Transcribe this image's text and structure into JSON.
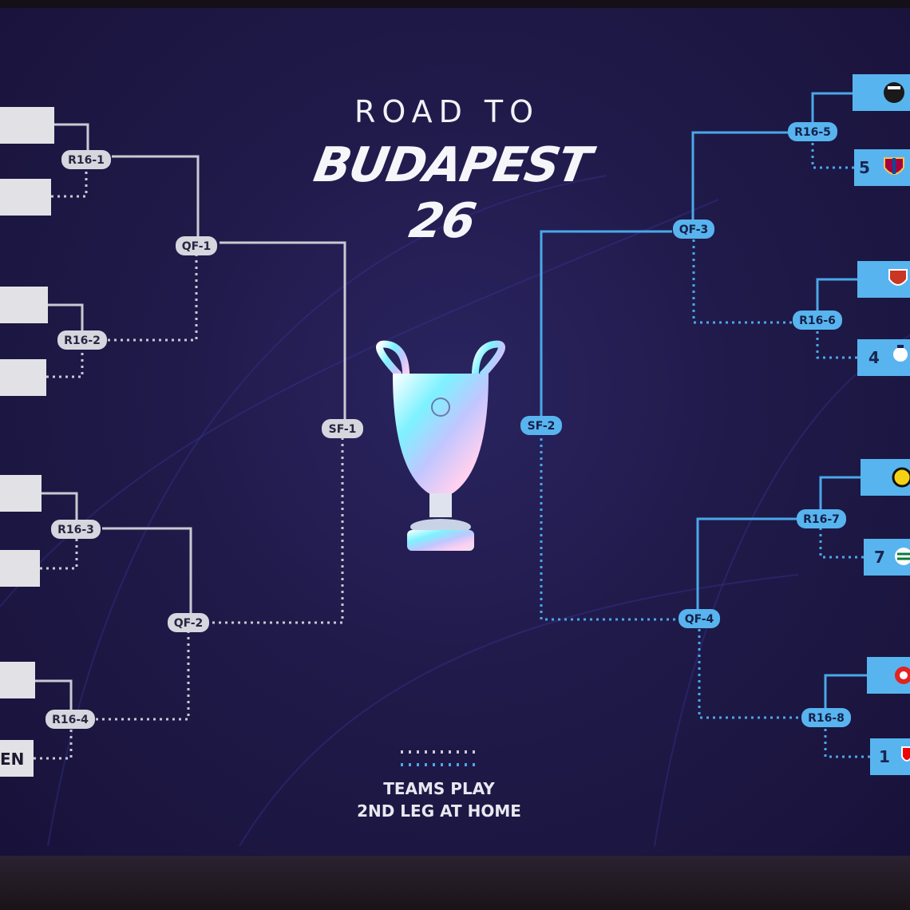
{
  "title": {
    "line1": "ROAD TO",
    "line2": "BUDAPEST 26"
  },
  "footer": {
    "line1": "TEAMS PLAY",
    "line2": "2ND LEG AT HOME"
  },
  "colors": {
    "left_bracket": "#c9c9d2",
    "right_bracket": "#4aa8e8",
    "team_box_left": "#e2e2e6",
    "team_box_right": "#58b4ee"
  },
  "trophy": {
    "icon": "champions-league-trophy-icon"
  },
  "left": {
    "rounds": [
      {
        "label": "R16-1"
      },
      {
        "label": "R16-2"
      },
      {
        "label": "R16-3"
      },
      {
        "label": "R16-4"
      }
    ],
    "quarter_finals": [
      {
        "label": "QF-1"
      },
      {
        "label": "QF-2"
      }
    ],
    "semi_final": {
      "label": "SF-1"
    },
    "teams": [
      {
        "text": ""
      },
      {
        "text": ""
      },
      {
        "text": ""
      },
      {
        "text": ""
      },
      {
        "text": ""
      },
      {
        "text": ""
      },
      {
        "text": ""
      },
      {
        "text": "EN"
      }
    ]
  },
  "right": {
    "rounds": [
      {
        "label": "R16-5"
      },
      {
        "label": "R16-6"
      },
      {
        "label": "R16-7"
      },
      {
        "label": "R16-8"
      }
    ],
    "quarter_finals": [
      {
        "label": "QF-3"
      },
      {
        "label": "QF-4"
      }
    ],
    "semi_final": {
      "label": "SF-2"
    },
    "teams": [
      {
        "seed": "",
        "icon": "newcastle-crest-icon"
      },
      {
        "seed": "5",
        "icon": "barcelona-crest-icon"
      },
      {
        "seed": "",
        "icon": "atletico-crest-icon"
      },
      {
        "seed": "4",
        "icon": "tottenham-crest-icon"
      },
      {
        "seed": "",
        "icon": "bodo-glimt-crest-icon"
      },
      {
        "seed": "7",
        "icon": "sporting-crest-icon"
      },
      {
        "seed": "",
        "icon": "leverkusen-crest-icon"
      },
      {
        "seed": "1",
        "icon": "arsenal-crest-icon"
      }
    ]
  }
}
